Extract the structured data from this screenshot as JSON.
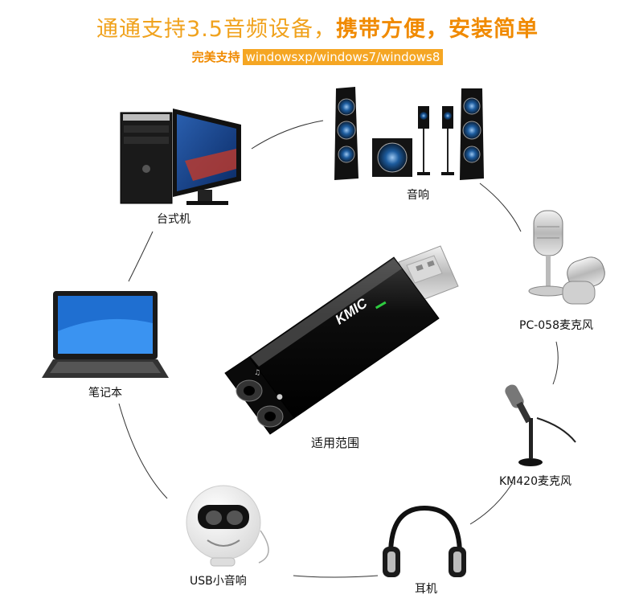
{
  "headline": {
    "part_a": "通通支持3.5音频设备，",
    "part_b": "携带方便，安装简单"
  },
  "subline": {
    "support_label": "完美支持",
    "os_list": "windowsxp/windows7/windows8"
  },
  "device": {
    "brand": "KMIC",
    "caption": "适用范围"
  },
  "devices": {
    "desktop": "台式机",
    "speakers": "音响",
    "mic_pc058": "PC-058麦克风",
    "mic_km420": "KM420麦克风",
    "headphones": "耳机",
    "usb_speaker": "USB小音响",
    "laptop": "笔记本"
  },
  "colors": {
    "headline_light": "#f0a21d",
    "headline_bold": "#f08a00",
    "os_badge_bg": "#f5a623",
    "device_body": "#111111"
  }
}
